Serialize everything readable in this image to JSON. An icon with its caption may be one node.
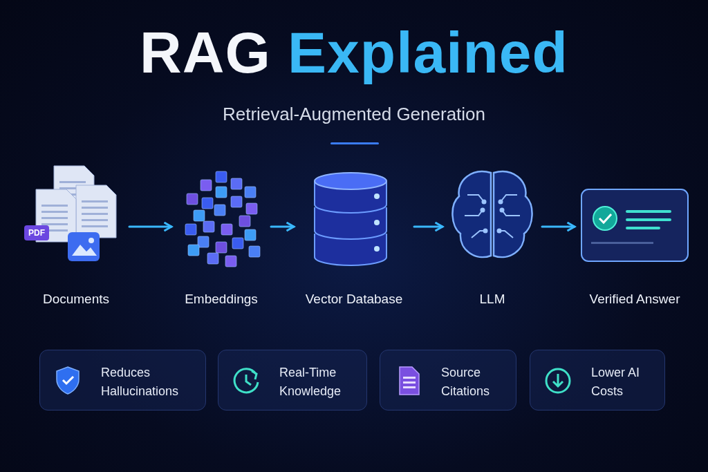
{
  "diagram": {
    "title": "RAG Explained",
    "nodes": [
      {
        "text": [
          "Documents"
        ]
      },
      {
        "text": [
          "Embeddings"
        ]
      },
      {
        "text": [
          "Vector Database"
        ]
      },
      {
        "text": [
          "LLM"
        ]
      },
      {
        "text": [
          "Verified Answer"
        ]
      },
      {
        "text": [
          "Reduces Hallucinations"
        ]
      },
      {
        "text": [
          "Real-Time Knowledge"
        ]
      },
      {
        "text": [
          "Source Citations"
        ]
      },
      {
        "text": [
          "Lower AI Costs"
        ]
      }
    ],
    "edges": [
      {
        "from": 0,
        "to": 1,
        "arrow": "to"
      },
      {
        "from": 1,
        "to": 2,
        "arrow": "to"
      },
      {
        "from": 2,
        "to": 3,
        "arrow": "to"
      },
      {
        "from": 3,
        "to": 4,
        "arrow": "to"
      }
    ],
    "labels": [
      "Retrieval-Augmented Generation",
      "PDF"
    ]
  }
}
